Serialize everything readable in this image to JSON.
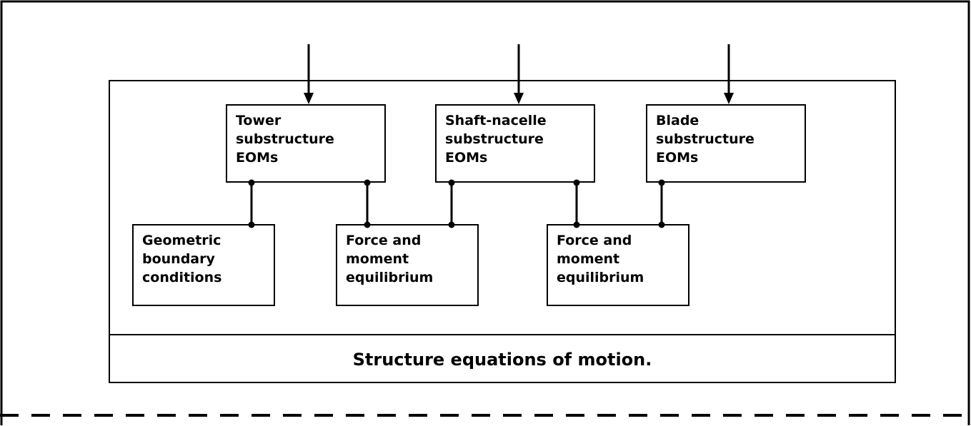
{
  "diagram": {
    "caption": "Structure equations of motion.",
    "nodes": {
      "tower": {
        "label": "Tower\nsubstructure\nEOMs"
      },
      "shaft": {
        "label": "Shaft-nacelle\nsubstructure\nEOMs"
      },
      "blade": {
        "label": "Blade\nsubstructure\nEOMs"
      },
      "geometric": {
        "label": "Geometric\nboundary\nconditions"
      },
      "force1": {
        "label": "Force and\nmoment\nequilibrium"
      },
      "force2": {
        "label": "Force and\nmoment\nequilibrium"
      }
    },
    "connections": [
      {
        "from": "tower",
        "to": "geometric"
      },
      {
        "from": "tower",
        "to": "force1"
      },
      {
        "from": "shaft",
        "to": "force1"
      },
      {
        "from": "shaft",
        "to": "force2"
      },
      {
        "from": "blade",
        "to": "force2"
      }
    ],
    "colors": {
      "line": "#000000",
      "background": "#ffffff"
    }
  }
}
